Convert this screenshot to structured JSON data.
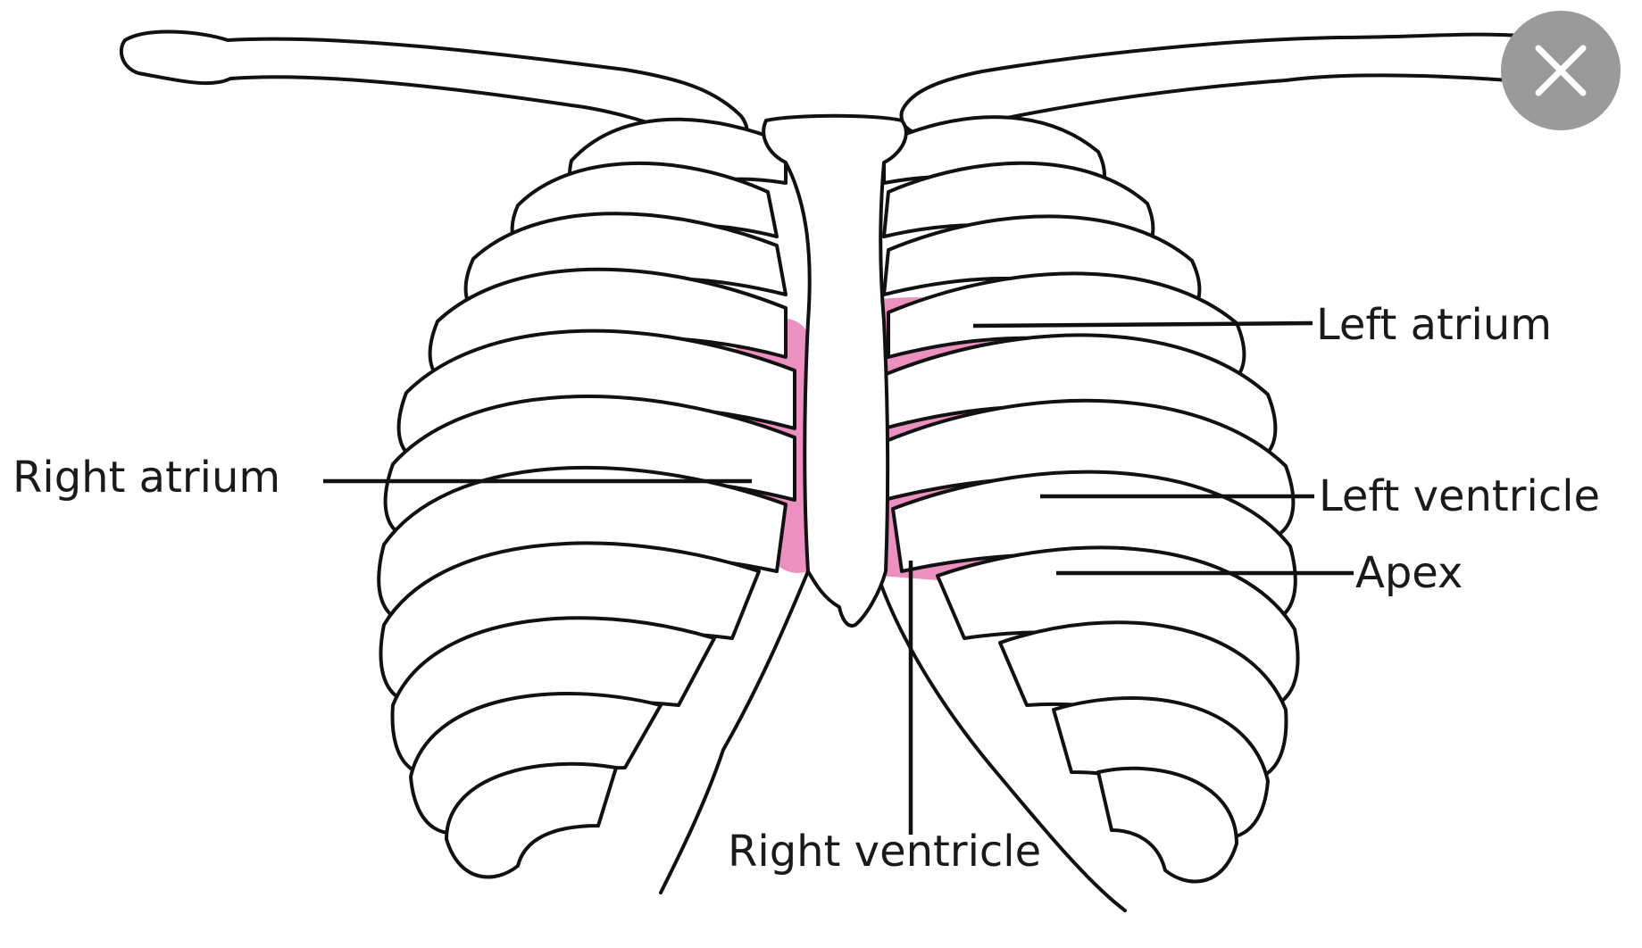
{
  "diagram": {
    "labels": {
      "left_atrium": "Left atrium",
      "right_atrium": "Right atrium",
      "left_ventricle": "Left ventricle",
      "apex": "Apex",
      "right_ventricle": "Right ventricle"
    }
  },
  "colors": {
    "heart": "#ec90c0",
    "outline": "#111111",
    "bone_fill": "#ffffff",
    "close_button": "#9a9a9a"
  },
  "icons": {
    "close": "close-icon"
  }
}
